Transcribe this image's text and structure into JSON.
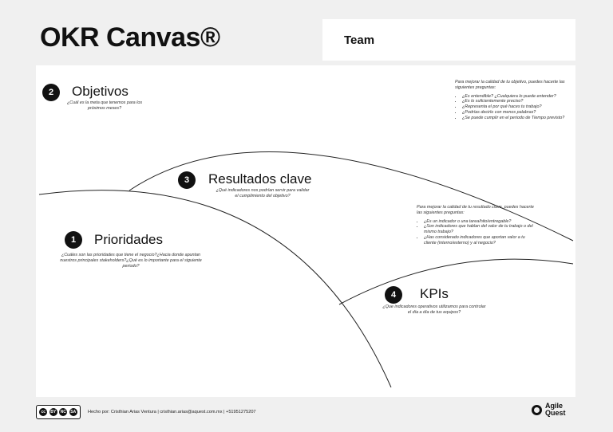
{
  "header": {
    "title": "OKR Canvas®",
    "team_label": "Team"
  },
  "sections": {
    "objetivos": {
      "number": "2",
      "title": "Objetivos",
      "description": "¿Cuál es la meta que tenemos para los próximos meses?"
    },
    "resultados": {
      "number": "3",
      "title": "Resultados clave",
      "description": "¿Qué indicadores nos podrían servir para validar el cumplimiento del objetivo?"
    },
    "prioridades": {
      "number": "1",
      "title": "Prioridades",
      "description": "¿Cuáles son las prioridades que tiene el negocio?¿Hacia donde apuntan nuestros principales stakeholders?¿Qué es lo importante para el siguiente periodo?"
    },
    "kpis": {
      "number": "4",
      "title": "KPIs",
      "description": "¿Que indicadores operativos utilizamos para controlar el día a día de tus equipos?"
    }
  },
  "notes": {
    "objetivo": {
      "intro": "Para mejorar la calidad de tu objetivo, puedes hacerte las siguientes preguntas:",
      "items": [
        "¿Es entendible? ¿Cualquiera lo puede entender?",
        "¿Es lo suficientemente preciso?",
        "¿Representa el por qué haces tu trabajo?",
        "¿Podrías decirlo con menos palabras?",
        "¿Se puede cumplir en el periodo de Tiempo previsto?"
      ]
    },
    "resultado": {
      "intro": "Para mejorar la calidad de tu resultado clave, puedes hacerte las siguientes preguntas:",
      "items": [
        "¿Es un indicador o una tarea/hito/entregable?",
        "¿Son indicadores que hablan del valor de tu trabajo o del mismo trabajo?",
        "¿Has considerado indicadores que aportan valor a tu cliente (interno/externo) y al negocio?"
      ]
    }
  },
  "footer": {
    "license_labels": [
      "BY",
      "NC",
      "SA"
    ],
    "credit": "Hecho por: Cristhian Arias Ventura  |  cristhian.arias@aquest.com.mx  |  +51951275207",
    "brand_line1": "Agile",
    "brand_line2": "Quest"
  }
}
